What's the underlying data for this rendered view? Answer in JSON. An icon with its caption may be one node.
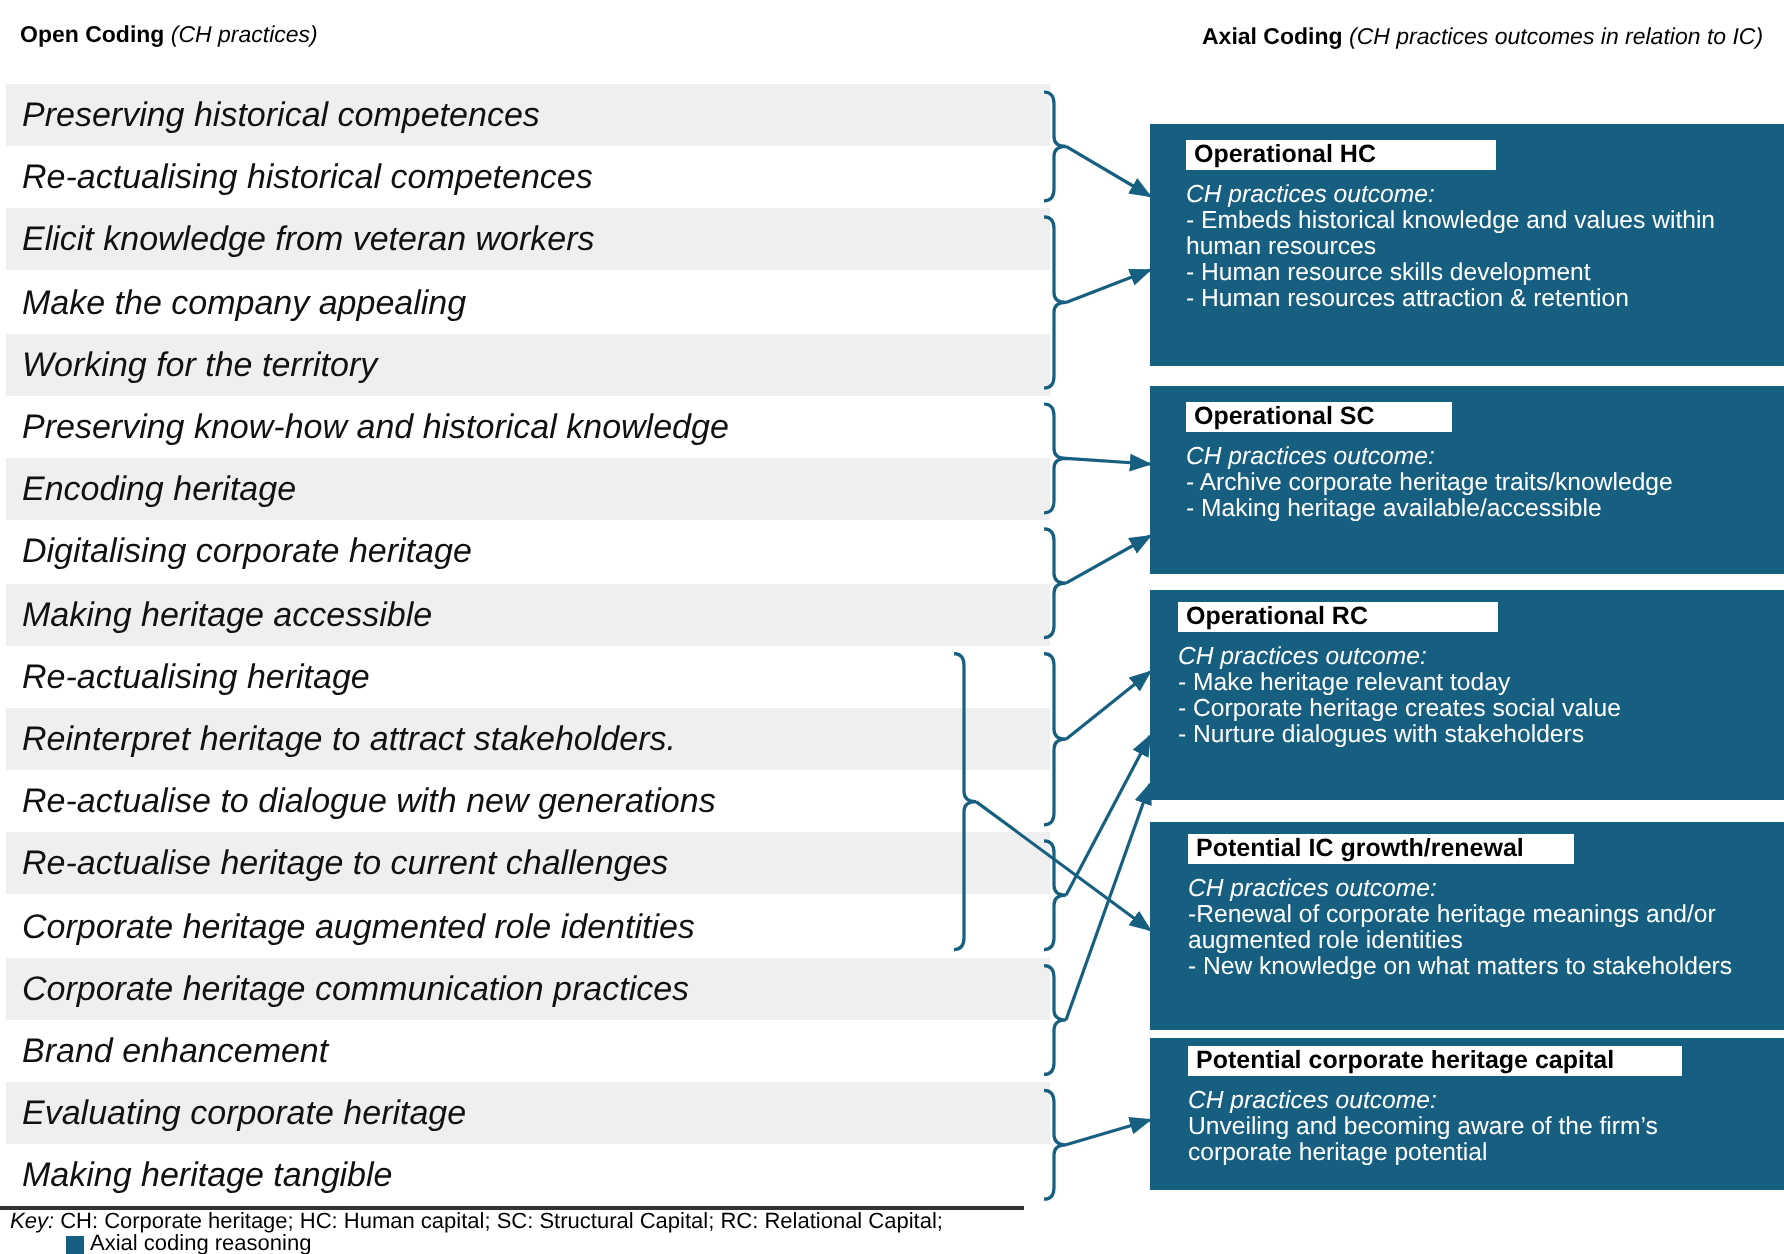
{
  "diagram": {
    "nodes": [
      {
        "text": [
          "Preserving historical competences"
        ]
      },
      {
        "text": [
          "Re-actualising historical competences"
        ]
      },
      {
        "text": [
          "Elicit knowledge from veteran workers"
        ]
      },
      {
        "text": [
          "Make the company appealing"
        ]
      },
      {
        "text": [
          "Working for the territory"
        ]
      },
      {
        "text": [
          "Preserving know-how and historical knowledge"
        ]
      },
      {
        "text": [
          "Encoding heritage"
        ]
      },
      {
        "text": [
          "Digitalising corporate heritage"
        ]
      },
      {
        "text": [
          "Making heritage accessible"
        ]
      },
      {
        "text": [
          "Re-actualising heritage"
        ]
      },
      {
        "text": [
          "Reinterpret heritage to attract stakeholders."
        ]
      },
      {
        "text": [
          "Re-actualise to dialogue with new generations"
        ]
      },
      {
        "text": [
          "Re-actualise heritage to current challenges"
        ]
      },
      {
        "text": [
          "Corporate heritage augmented role identities"
        ]
      },
      {
        "text": [
          "Corporate heritage communication practices"
        ]
      },
      {
        "text": [
          "Brand enhancement"
        ]
      },
      {
        "text": [
          "Evaluating corporate heritage"
        ]
      },
      {
        "text": [
          "Making heritage tangible"
        ]
      },
      {
        "text": [
          "Operational HC",
          "CH practices outcome:",
          "- Embeds historical knowledge and values within human resources",
          "- Human resource skills development",
          "- Human resources attraction & retention"
        ]
      },
      {
        "text": [
          "Operational SC",
          "CH practices outcome:",
          "- Archive corporate heritage traits/knowledge",
          "- Making heritage available/accessible"
        ]
      },
      {
        "text": [
          "Operational RC",
          "CH practices outcome:",
          "- Make heritage relevant today",
          "- Corporate heritage creates social value",
          "- Nurture dialogues with stakeholders"
        ]
      },
      {
        "text": [
          "Potential IC growth/renewal",
          "CH practices outcome:",
          "-Renewal of corporate heritage meanings and/or augmented role identities",
          "- New knowledge on what matters to stakeholders"
        ]
      },
      {
        "text": [
          "Potential corporate heritage capital",
          "CH practices outcome:",
          "Unveiling and becoming aware of the firm’s corporate heritage potential"
        ]
      }
    ],
    "edges": [
      {
        "from": 0,
        "to": 18,
        "arrow": "to"
      },
      {
        "from": 1,
        "to": 18,
        "arrow": "to"
      },
      {
        "from": 2,
        "to": 18,
        "arrow": "to"
      },
      {
        "from": 3,
        "to": 18,
        "arrow": "to"
      },
      {
        "from": 4,
        "to": 18,
        "arrow": "to"
      },
      {
        "from": 5,
        "to": 19,
        "arrow": "to"
      },
      {
        "from": 6,
        "to": 19,
        "arrow": "to"
      },
      {
        "from": 7,
        "to": 19,
        "arrow": "to"
      },
      {
        "from": 8,
        "to": 19,
        "arrow": "to"
      },
      {
        "from": 9,
        "to": 20,
        "arrow": "to"
      },
      {
        "from": 10,
        "to": 20,
        "arrow": "to"
      },
      {
        "from": 11,
        "to": 20,
        "arrow": "to"
      },
      {
        "from": 9,
        "to": 21,
        "arrow": "to"
      },
      {
        "from": 10,
        "to": 21,
        "arrow": "to"
      },
      {
        "from": 11,
        "to": 21,
        "arrow": "to"
      },
      {
        "from": 12,
        "to": 21,
        "arrow": "to"
      },
      {
        "from": 13,
        "to": 21,
        "arrow": "to"
      },
      {
        "from": 12,
        "to": 20,
        "arrow": "to"
      },
      {
        "from": 13,
        "to": 20,
        "arrow": "to"
      },
      {
        "from": 14,
        "to": 20,
        "arrow": "to"
      },
      {
        "from": 15,
        "to": 20,
        "arrow": "to"
      },
      {
        "from": 16,
        "to": 22,
        "arrow": "to"
      },
      {
        "from": 17,
        "to": 22,
        "arrow": "to"
      }
    ],
    "labels": [
      "**Open Coding** *(CH practices)*",
      "**Axial Coding** *(CH practices outcomes in relation to IC)*",
      "*Key:* CH: Corporate heritage; HC: Human capital; SC: Structural Capital; RC: Relational Capital;"
    ],
    "legend": [
      {
        "text": "Axial coding reasoning",
        "color": "#175f80"
      }
    ]
  }
}
